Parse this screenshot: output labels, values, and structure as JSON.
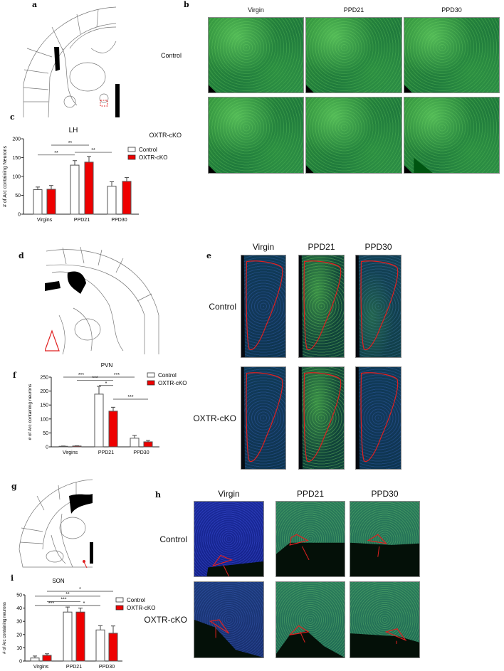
{
  "panels": {
    "a": "a",
    "b": "b",
    "c": "c",
    "d": "d",
    "e": "e",
    "f": "f",
    "g": "g",
    "h": "h",
    "i": "i"
  },
  "image_columns": [
    "Virgin",
    "PPD21",
    "PPD30"
  ],
  "image_rows": [
    "Control",
    "OXTR-cKO"
  ],
  "colors": {
    "control": "#ffffff",
    "oxtr_ckO": "#ee0000",
    "outline": "#e02020"
  },
  "chart_data": [
    {
      "type": "bar",
      "panel": "c",
      "title": "LH",
      "ylabel": "# of Arc containing Neurons",
      "categories": [
        "Virgins",
        "PPD21",
        "PPD30"
      ],
      "ylim": [
        0,
        200
      ],
      "yticks": [
        0,
        50,
        100,
        150,
        200
      ],
      "legend": "right",
      "series": [
        {
          "name": "Control",
          "values": [
            65,
            130,
            74
          ],
          "errors": [
            7,
            12,
            12
          ],
          "color": "#ffffff"
        },
        {
          "name": "OXTR-cKO",
          "values": [
            66,
            138,
            87
          ],
          "errors": [
            10,
            15,
            10
          ],
          "color": "#ee0000"
        }
      ],
      "annotations": [
        {
          "label": "**",
          "from": [
            0,
            0
          ],
          "to": [
            1,
            0
          ],
          "y": 157
        },
        {
          "label": "**",
          "from": [
            0,
            1
          ],
          "to": [
            1,
            1
          ],
          "y": 183
        },
        {
          "label": "**",
          "from": [
            1,
            0
          ],
          "to": [
            2,
            0
          ],
          "y": 164
        }
      ]
    },
    {
      "type": "bar",
      "panel": "f",
      "title": "PVN",
      "ylabel": "# of Arc containing neurons",
      "categories": [
        "Virgins",
        "PPD21",
        "PPD30"
      ],
      "ylim": [
        0,
        250
      ],
      "yticks": [
        0,
        50,
        100,
        150,
        200,
        250
      ],
      "legend": "top-right",
      "series": [
        {
          "name": "Control",
          "values": [
            2,
            189,
            31
          ],
          "errors": [
            1,
            28,
            10
          ],
          "color": "#ffffff"
        },
        {
          "name": "OXTR-cKO",
          "values": [
            3,
            128,
            18
          ],
          "errors": [
            1,
            14,
            5
          ],
          "color": "#ee0000"
        }
      ],
      "annotations": [
        {
          "label": "***",
          "from": [
            0,
            0
          ],
          "to": [
            1,
            0
          ],
          "y": 250
        },
        {
          "label": "***",
          "from": [
            1,
            0
          ],
          "to": [
            2,
            0
          ],
          "y": 250
        },
        {
          "label": "***",
          "from": [
            0,
            1
          ],
          "to": [
            1,
            1
          ],
          "y": 238
        },
        {
          "label": "*",
          "from": [
            1,
            0
          ],
          "to": [
            1,
            1
          ],
          "y": 220
        },
        {
          "label": "***",
          "from": [
            1,
            1
          ],
          "to": [
            2,
            1
          ],
          "y": 171
        }
      ]
    },
    {
      "type": "bar",
      "panel": "i",
      "title": "SON",
      "ylabel": "# of Arc containing neurons",
      "categories": [
        "Virgins",
        "PPD21",
        "PPD30"
      ],
      "ylim": [
        0,
        50
      ],
      "yticks": [
        0,
        10,
        20,
        30,
        40,
        50
      ],
      "legend": "right",
      "series": [
        {
          "name": "Control",
          "values": [
            2.3,
            37,
            23.5
          ],
          "errors": [
            1.5,
            3.8,
            3.2
          ],
          "color": "#ffffff"
        },
        {
          "name": "OXTR-cKO",
          "values": [
            4.3,
            37,
            21
          ],
          "errors": [
            1.2,
            3,
            5.5
          ],
          "color": "#ee0000"
        }
      ],
      "annotations": [
        {
          "label": "*",
          "from": [
            0,
            1
          ],
          "to": [
            2,
            1
          ],
          "y": 52.7
        },
        {
          "label": "**",
          "from": [
            0,
            0
          ],
          "to": [
            2,
            0
          ],
          "y": 49
        },
        {
          "label": "***",
          "from": [
            0,
            1
          ],
          "to": [
            1,
            1
          ],
          "y": 45
        },
        {
          "label": "***",
          "from": [
            0,
            0
          ],
          "to": [
            1,
            0
          ],
          "y": 42
        },
        {
          "label": "*",
          "from": [
            1,
            0
          ],
          "to": [
            2,
            0
          ],
          "y": 42
        }
      ]
    }
  ]
}
